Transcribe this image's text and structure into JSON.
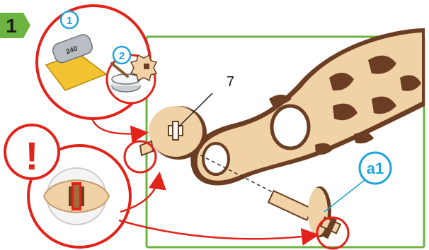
{
  "step": {
    "number": "1",
    "color": "#6cb33f"
  },
  "callouts": {
    "sub_step_1": "1",
    "sub_step_2": "2",
    "sandpaper_grit": "240",
    "part_number": "7",
    "part_id": "a1",
    "warning_symbol": "!"
  },
  "colors": {
    "accent_red": "#e2231a",
    "frame_green": "#6cb33f",
    "callout_blue": "#1fa3dc",
    "wood_light": "#f1d2a6",
    "wood_edge": "#6b3d22"
  },
  "icons": [
    "sandpaper-icon",
    "wax-icon",
    "warning-icon"
  ]
}
